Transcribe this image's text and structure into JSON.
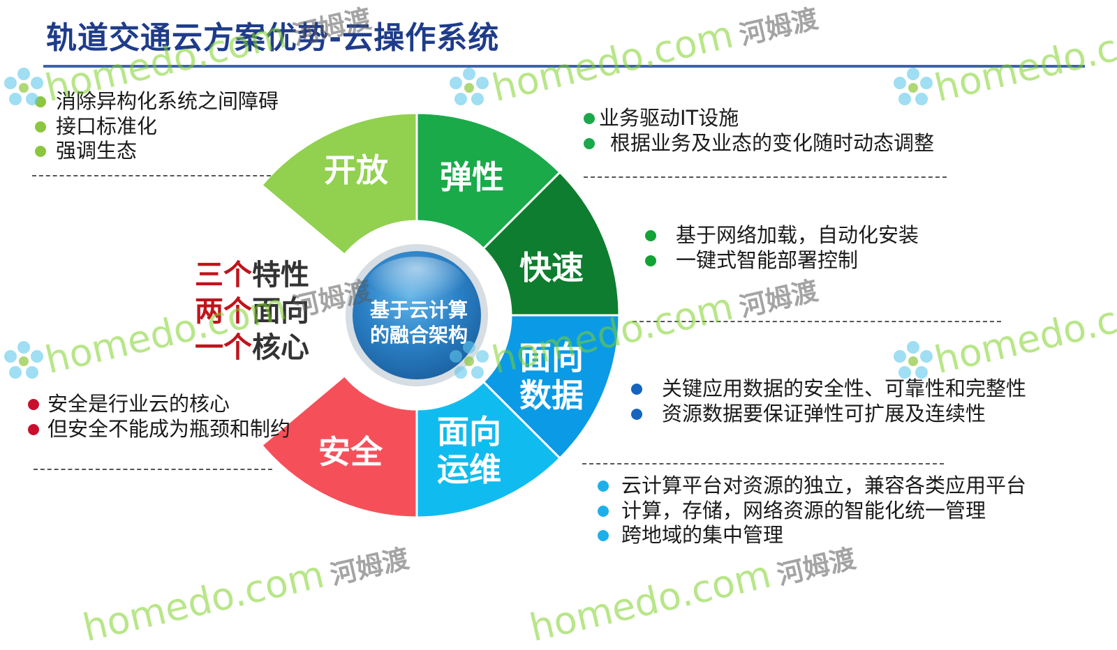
{
  "title": "轨道交通云方案优势-云操作系统",
  "center": {
    "line1": "基于云计算",
    "line2": "的融合架构"
  },
  "triple": [
    {
      "red": "三个",
      "dark": "特性"
    },
    {
      "red": "两个",
      "dark": "面向"
    },
    {
      "red": "一个",
      "dark": "核心"
    }
  ],
  "segments": [
    {
      "id": "open",
      "lines": [
        "开放"
      ],
      "color": "#92d050"
    },
    {
      "id": "elastic",
      "lines": [
        "弹性"
      ],
      "color": "#1aaa4a"
    },
    {
      "id": "fast",
      "lines": [
        "快速"
      ],
      "color": "#0e7d2f"
    },
    {
      "id": "data",
      "lines": [
        "面向",
        "数据"
      ],
      "color": "#0a9ae6"
    },
    {
      "id": "ops",
      "lines": [
        "面向",
        "运维"
      ],
      "color": "#10bcef"
    },
    {
      "id": "security",
      "lines": [
        "安全"
      ],
      "color": "#f5505a"
    }
  ],
  "bullet_groups": [
    {
      "id": "open",
      "dot_color": "#8cc63f",
      "items": [
        "消除异构化系统之间障碍",
        "接口标准化",
        "强调生态"
      ]
    },
    {
      "id": "elastic",
      "dot_color": "#1aa84a",
      "items": [
        "业务驱动IT设施",
        "根据业务及业态的变化随时动态调整"
      ]
    },
    {
      "id": "fast",
      "dot_color": "#13a235",
      "items": [
        "基于网络加载，自动化安装",
        "一键式智能部署控制"
      ]
    },
    {
      "id": "data",
      "dot_color": "#1565c0",
      "items": [
        "关键应用数据的安全性、可靠性和完整性",
        "资源数据要保证弹性可扩展及连续性"
      ]
    },
    {
      "id": "ops",
      "dot_color": "#1cb0ea",
      "items": [
        "云计算平台对资源的独立，兼容各类应用平台",
        "计算，存储，网络资源的智能化统一管理",
        "跨地域的集中管理"
      ]
    },
    {
      "id": "security",
      "dot_color": "#c8102e",
      "items": [
        "安全是行业云的核心",
        "但安全不能成为瓶颈和制约"
      ]
    }
  ],
  "watermark": {
    "text": "homedo.com",
    "cn": "河姆渡",
    "color": "#7dd228"
  }
}
